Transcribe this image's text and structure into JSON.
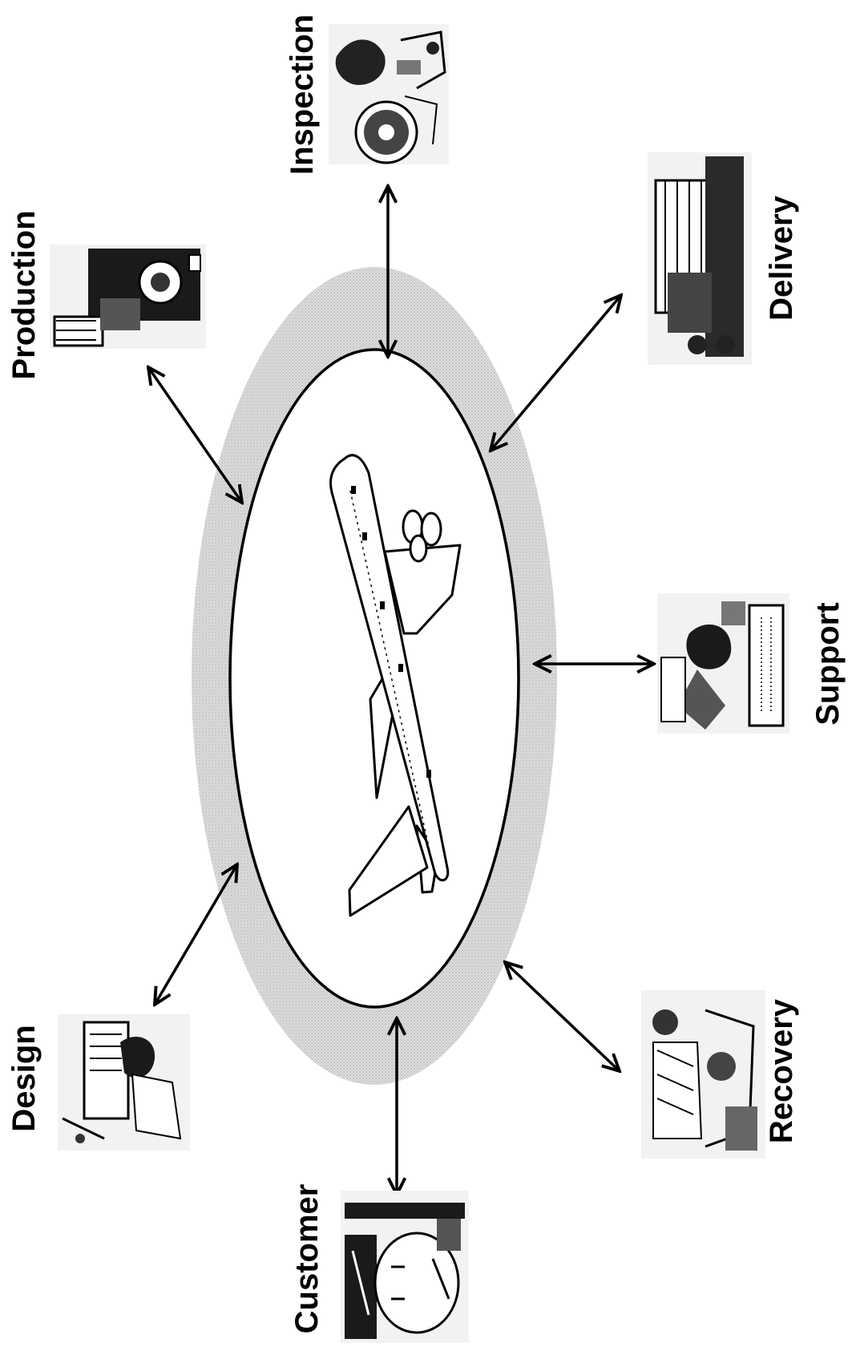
{
  "diagram": {
    "center": {
      "icon": "airplane-icon"
    },
    "stages": [
      {
        "key": "inspection",
        "label": "Inspection",
        "icon": "inspection-icon"
      },
      {
        "key": "production",
        "label": "Production",
        "icon": "production-icon"
      },
      {
        "key": "delivery",
        "label": "Delivery",
        "icon": "delivery-icon"
      },
      {
        "key": "support",
        "label": "Support",
        "icon": "support-icon"
      },
      {
        "key": "recovery",
        "label": "Recovery",
        "icon": "recovery-icon"
      },
      {
        "key": "design",
        "label": "Design",
        "icon": "design-icon"
      },
      {
        "key": "customer",
        "label": "Customer",
        "icon": "customer-icon"
      }
    ],
    "colors": {
      "ring_fill": "#d6d6d6",
      "inner_fill": "#ffffff",
      "line": "#000000"
    }
  }
}
